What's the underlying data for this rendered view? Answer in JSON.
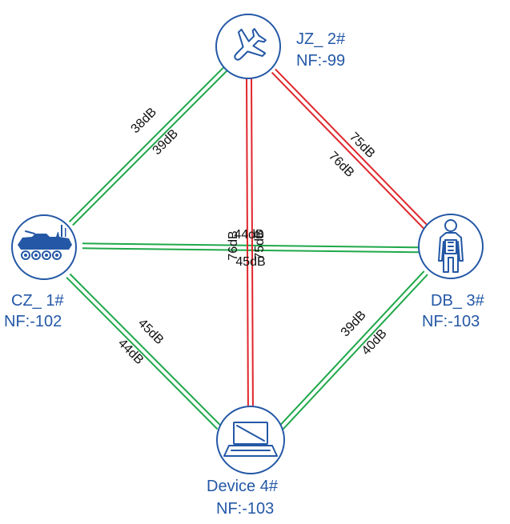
{
  "colors": {
    "node": "#2458a6",
    "link_green": "#1fa84a",
    "link_red": "#e0262c",
    "label_text": "#111111"
  },
  "nodes": {
    "jz": {
      "name": "JZ_ 2#",
      "nf": "NF:-99",
      "icon": "airplane-icon"
    },
    "cz": {
      "name": "CZ_ 1#",
      "nf": "NF:-102",
      "icon": "armored-vehicle-icon"
    },
    "db": {
      "name": "DB_ 3#",
      "nf": "NF:-103",
      "icon": "soldier-icon"
    },
    "dev": {
      "name": "Device 4#",
      "nf": "NF:-103",
      "icon": "laptop-icon"
    }
  },
  "links": {
    "cz_jz": {
      "a": "38dB",
      "b": "39dB",
      "color": "green"
    },
    "jz_db": {
      "a": "75dB",
      "b": "76dB",
      "color": "red"
    },
    "cz_dev": {
      "a": "45dB",
      "b": "44dB",
      "color": "green"
    },
    "dev_db": {
      "a": "39dB",
      "b": "40dB",
      "color": "green"
    },
    "cz_db": {
      "a": "44dB",
      "b": "45dB",
      "color": "green"
    },
    "jz_dev": {
      "a": "76dB",
      "b": "75dB",
      "color": "red"
    }
  }
}
